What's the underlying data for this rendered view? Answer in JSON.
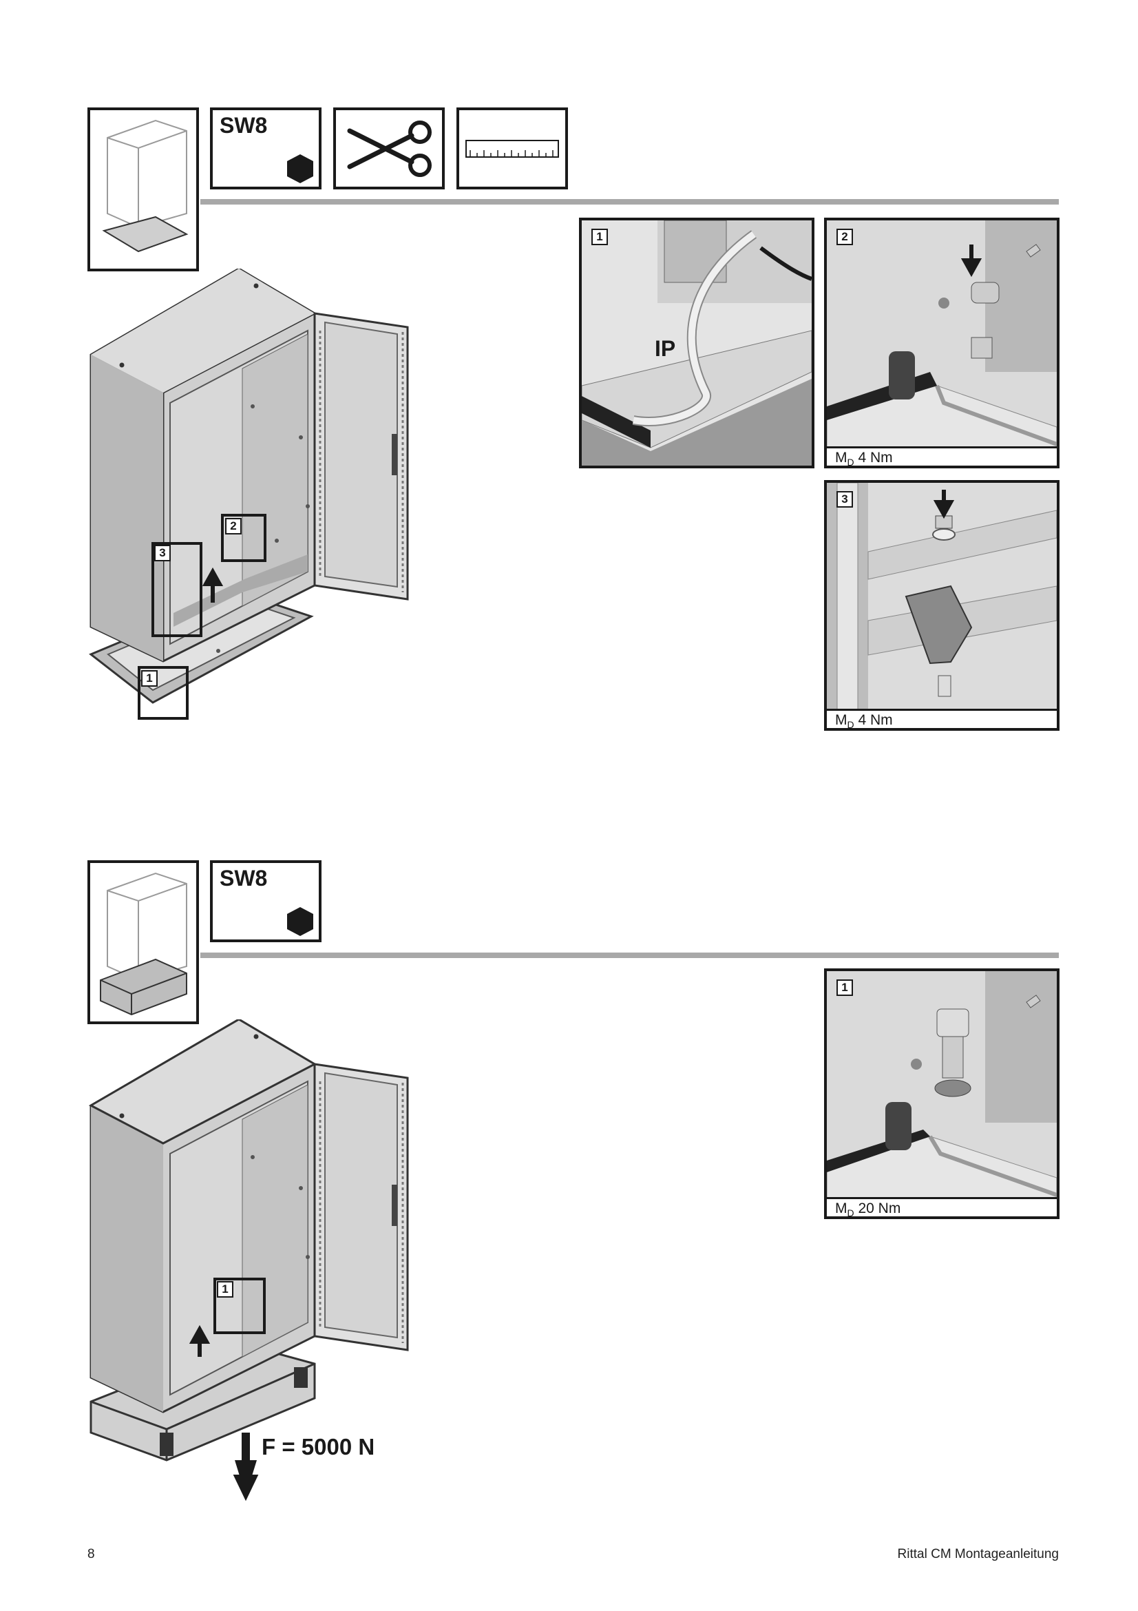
{
  "section1": {
    "tool_sw8": "SW8",
    "details": [
      {
        "num": "1",
        "label": "IP"
      },
      {
        "num": "2",
        "torque_sym": "M",
        "torque_sub": "D",
        "torque_val": " 4 Nm"
      },
      {
        "num": "3",
        "torque_sym": "M",
        "torque_sub": "D",
        "torque_val": " 4 Nm"
      }
    ],
    "callouts": [
      "2",
      "3",
      "1"
    ]
  },
  "section2": {
    "tool_sw8": "SW8",
    "details": [
      {
        "num": "1",
        "torque_sym": "M",
        "torque_sub": "D",
        "torque_val": " 20 Nm"
      }
    ],
    "callouts": [
      "1"
    ],
    "force": "F = 5000 N"
  },
  "footer": {
    "page": "8",
    "title": "Rittal CM Montageanleitung"
  }
}
